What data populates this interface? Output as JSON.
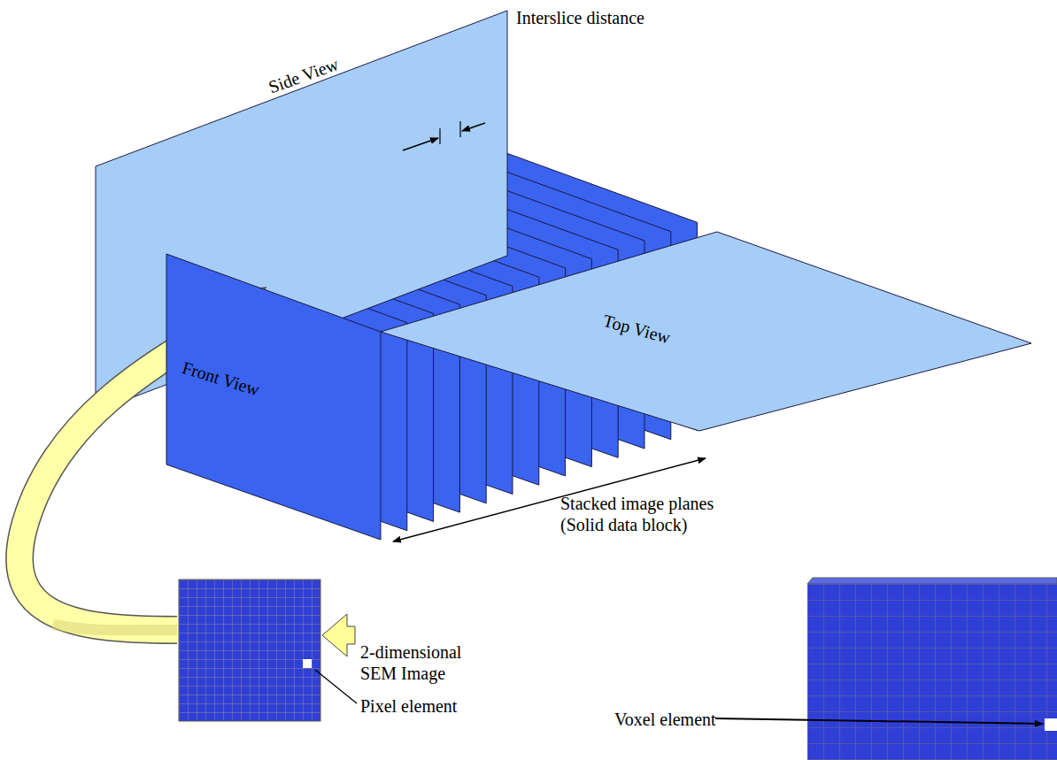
{
  "diagram": {
    "nodes": [
      {
        "text": [
          "Side View"
        ]
      },
      {
        "text": [
          "Front View"
        ]
      },
      {
        "text": [
          "Top View"
        ]
      }
    ],
    "labels": [
      "Interslice distance",
      "Stacked image planes (Solid data block)",
      "2-dimensional SEM Image",
      "Pixel element",
      "Voxel element"
    ]
  }
}
